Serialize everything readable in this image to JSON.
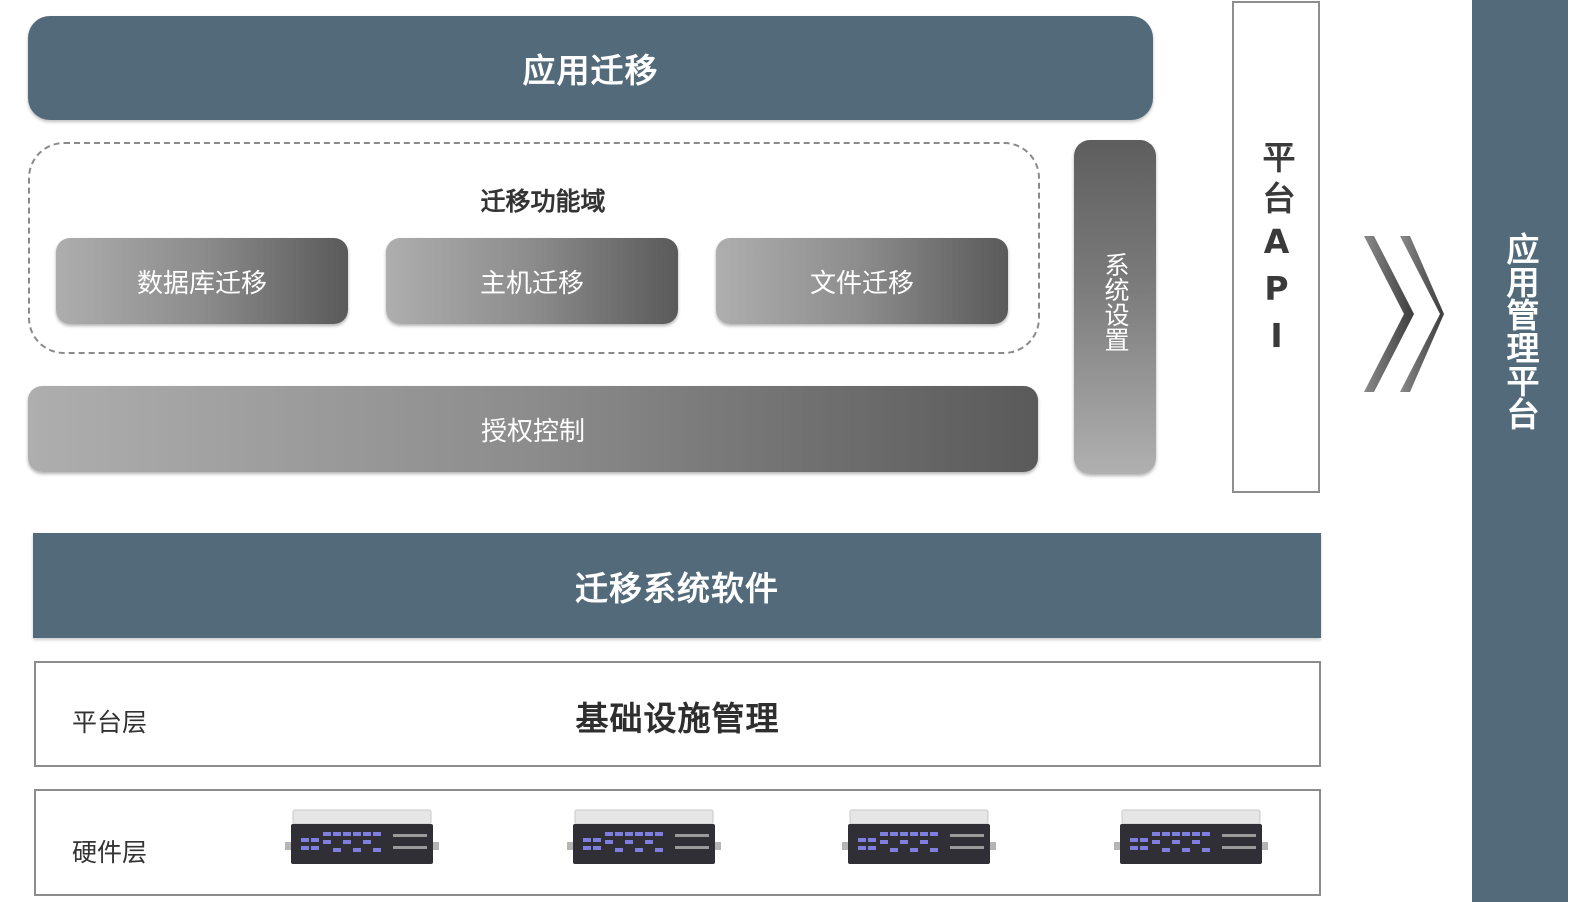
{
  "app_layer": {
    "title": "应用迁移"
  },
  "function_domain": {
    "title": "迁移功能域",
    "items": [
      {
        "label": "数据库迁移"
      },
      {
        "label": "主机迁移"
      },
      {
        "label": "文件迁移"
      }
    ]
  },
  "auth": {
    "label": "授权控制"
  },
  "system_settings": {
    "label": "系统设置"
  },
  "platform_api": {
    "label": "平台API"
  },
  "management_platform": {
    "label": "应用管理平台"
  },
  "software": {
    "title": "迁移系统软件"
  },
  "platform_layer": {
    "label": "平台层",
    "title": "基础设施管理"
  },
  "hardware_layer": {
    "label": "硬件层",
    "device_icon": "server-rack-icon",
    "device_count": 4
  },
  "colors": {
    "primary_slate": "#526a7a",
    "gray_dark": "#5a5a5a",
    "gray_light": "#aeaeae",
    "border_gray": "#8c8c8c"
  }
}
